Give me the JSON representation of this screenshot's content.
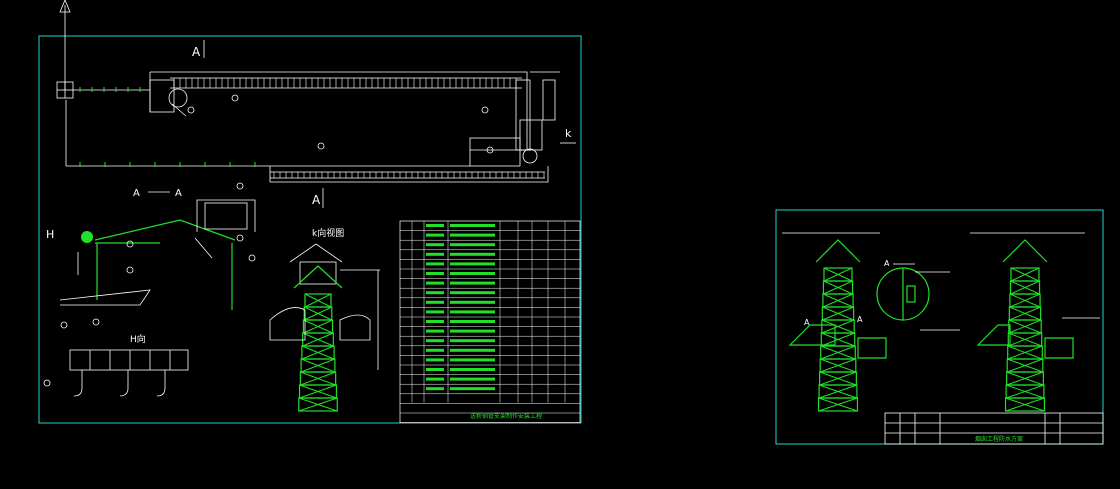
{
  "drawing": {
    "section_a_label": "A",
    "section_a_label_bottom": "A",
    "section_aa_title_left": "A",
    "section_aa_title_right": "A",
    "section_k_label": "k",
    "section_h_label": "H",
    "detail_h_title": "H向",
    "detail_k_title": "k向视图",
    "table_title": "送粉钢管支架制作安装工程",
    "right_title_main": "烟囱工程防水方案",
    "right_section_a": "A",
    "right_section_a_bar": "A"
  },
  "colors": {
    "background": "#000000",
    "frame": "#1fd3d3",
    "line": "#ffffff",
    "structure": "#22e02a"
  }
}
